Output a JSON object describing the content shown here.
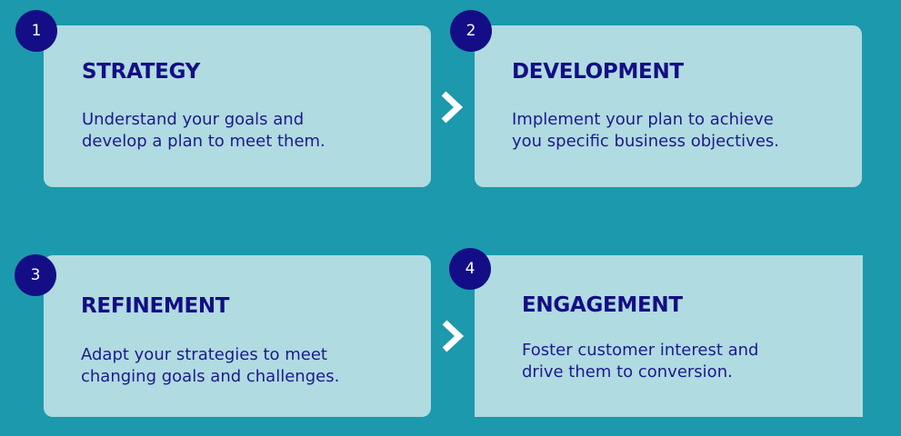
{
  "colors": {
    "background": "#1c99ac",
    "card": "#b0dbe1",
    "accent": "#130e86",
    "text": "#140e84"
  },
  "steps": [
    {
      "number": "1",
      "title": "STRATEGY",
      "body": "Understand your goals and\ndevelop a plan to meet them."
    },
    {
      "number": "2",
      "title": "DEVELOPMENT",
      "body": "Implement your plan to achieve\nyou specific business objectives."
    },
    {
      "number": "3",
      "title": "REFINEMENT",
      "body": "Adapt your strategies to meet\nchanging goals and challenges."
    },
    {
      "number": "4",
      "title": "ENGAGEMENT",
      "body": "Foster customer interest and\ndrive them to conversion."
    }
  ]
}
